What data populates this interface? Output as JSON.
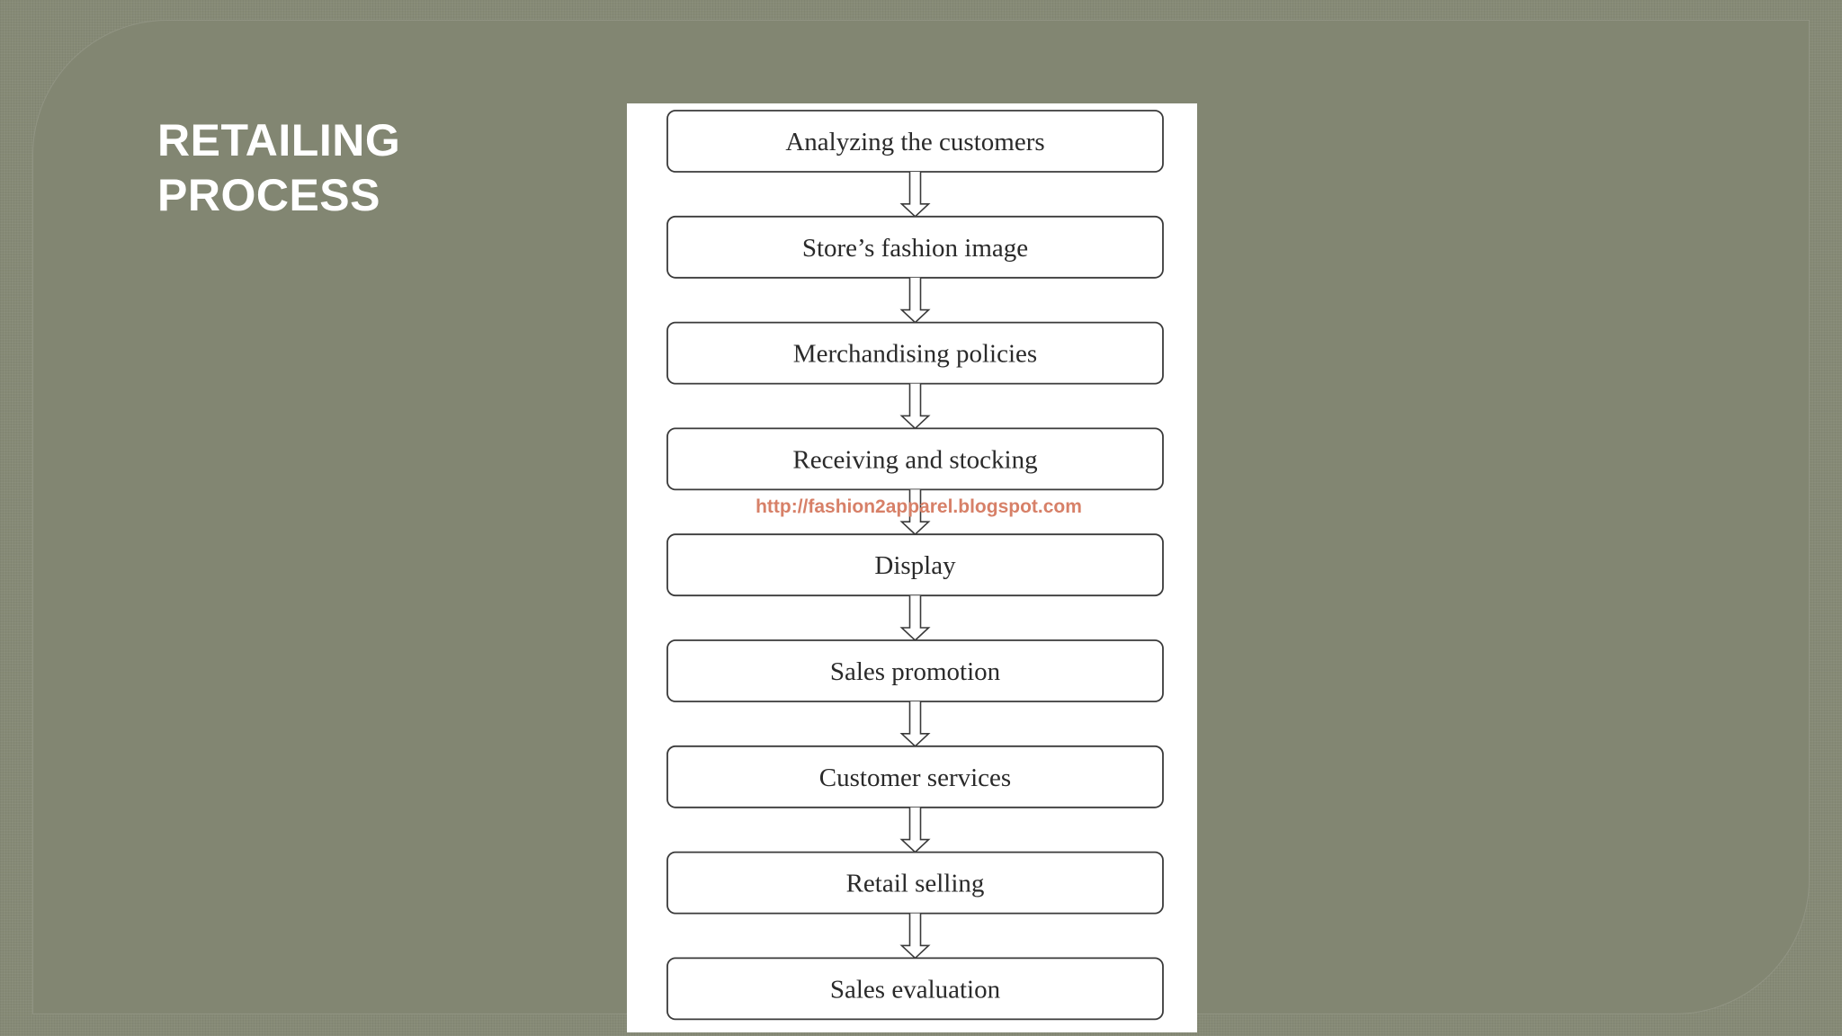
{
  "slide": {
    "title_line1": "RETAILING",
    "title_line2": "PROCESS"
  },
  "flowchart": {
    "steps": [
      "Analyzing the customers",
      "Store’s fashion image",
      "Merchandising policies",
      "Receiving and stocking",
      "Display",
      "Sales promotion",
      "Customer services",
      "Retail selling",
      "Sales evaluation"
    ],
    "watermark": "http://fashion2apparel.blogspot.com"
  }
}
